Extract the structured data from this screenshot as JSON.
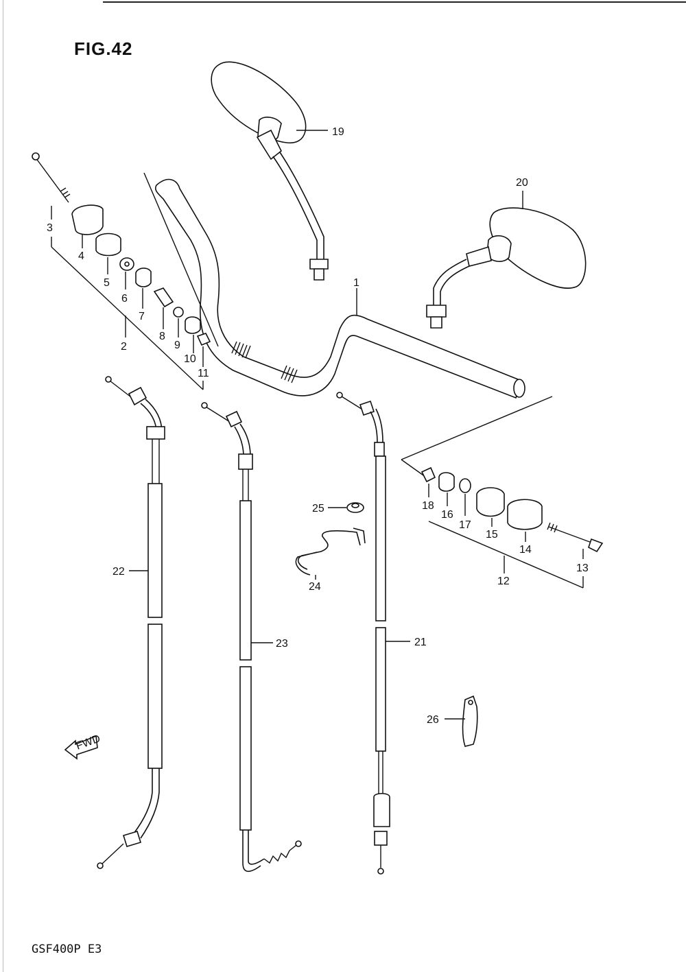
{
  "figure": {
    "title": "FIG.42",
    "model": "GSF400P E3"
  },
  "fwd_label": "FWD",
  "labels": {
    "n1": "1",
    "n2": "2",
    "n3": "3",
    "n4": "4",
    "n5": "5",
    "n6": "6",
    "n7": "7",
    "n8": "8",
    "n9": "9",
    "n10": "10",
    "n11": "11",
    "n12": "12",
    "n13": "13",
    "n14": "14",
    "n15": "15",
    "n16": "16",
    "n17": "17",
    "n18": "18",
    "n19": "19",
    "n20": "20",
    "n21": "21",
    "n22": "22",
    "n23": "23",
    "n24": "24",
    "n25": "25",
    "n26": "26"
  }
}
